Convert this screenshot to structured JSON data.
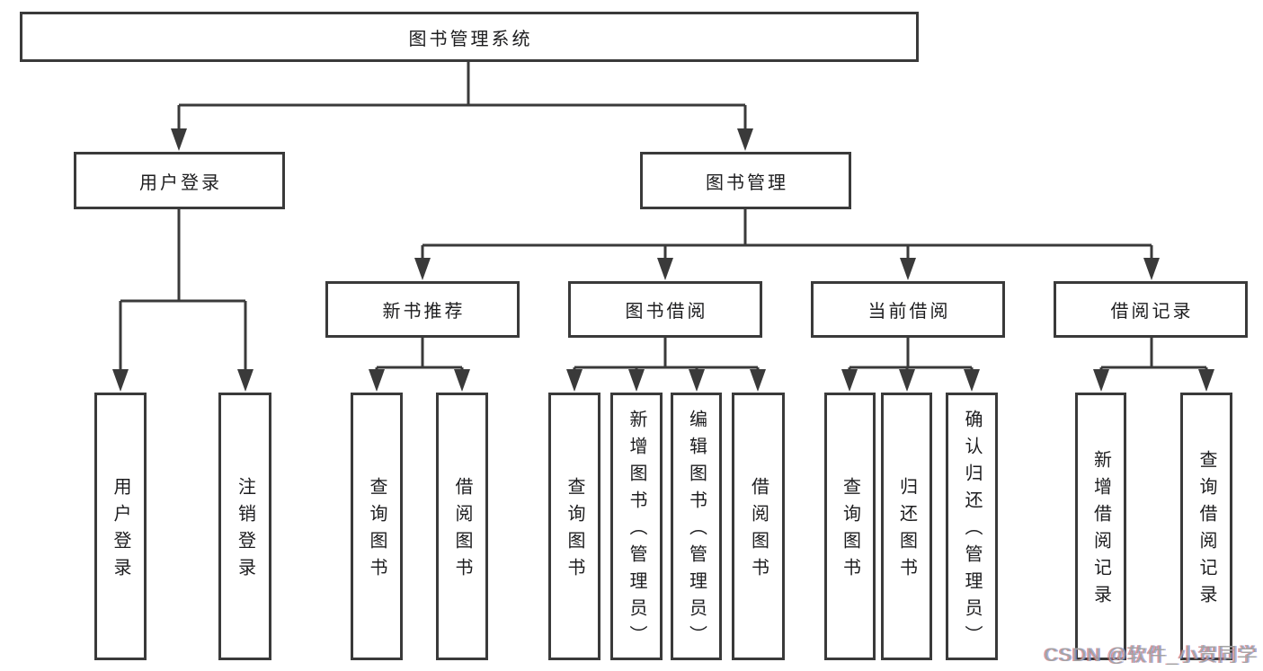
{
  "diagram_title": "图书管理系统",
  "tree": {
    "root": {
      "label": "图书管理系统",
      "children": [
        {
          "label": "用户登录",
          "children": [
            {
              "label": "用户登录"
            },
            {
              "label": "注销登录"
            }
          ]
        },
        {
          "label": "图书管理",
          "children": [
            {
              "label": "新书推荐",
              "children": [
                {
                  "label": "查询图书"
                },
                {
                  "label": "借阅图书"
                }
              ]
            },
            {
              "label": "图书借阅",
              "children": [
                {
                  "label": "查询图书"
                },
                {
                  "label": "新增图书（管理员）"
                },
                {
                  "label": "编辑图书（管理员）"
                },
                {
                  "label": "借阅图书"
                }
              ]
            },
            {
              "label": "当前借阅",
              "children": [
                {
                  "label": "查询图书"
                },
                {
                  "label": "归还图书"
                },
                {
                  "label": "确认归还（管理员）"
                }
              ]
            },
            {
              "label": "借阅记录",
              "children": [
                {
                  "label": "新增借阅记录"
                },
                {
                  "label": "查询借阅记录"
                }
              ]
            }
          ]
        }
      ]
    }
  },
  "watermark": "CSDN @软件_小贺同学",
  "colors": {
    "line": "#3a3a3a",
    "box_border": "#3a3a3a",
    "text": "#1d1d1f",
    "background": "#ffffff",
    "watermark": "#a3a3a3"
  }
}
